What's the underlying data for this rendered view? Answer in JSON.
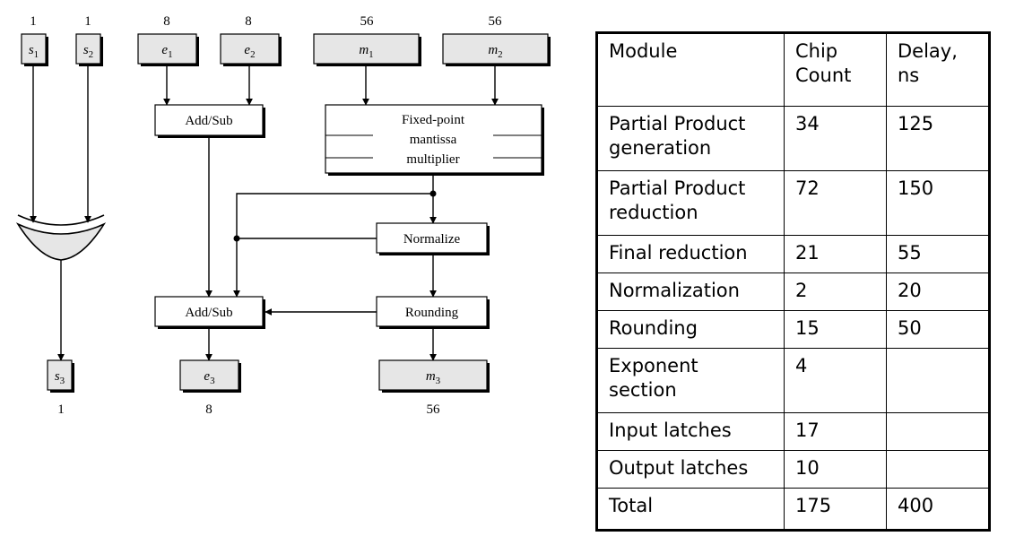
{
  "diagram": {
    "inputs": [
      {
        "var": "s",
        "sub": "1",
        "width": "1"
      },
      {
        "var": "s",
        "sub": "2",
        "width": "1"
      },
      {
        "var": "e",
        "sub": "1",
        "width": "8"
      },
      {
        "var": "e",
        "sub": "2",
        "width": "8"
      },
      {
        "var": "m",
        "sub": "1",
        "width": "56"
      },
      {
        "var": "m",
        "sub": "2",
        "width": "56"
      }
    ],
    "outputs": [
      {
        "var": "s",
        "sub": "3",
        "width": "1"
      },
      {
        "var": "e",
        "sub": "3",
        "width": "8"
      },
      {
        "var": "m",
        "sub": "3",
        "width": "56"
      }
    ],
    "blocks": {
      "add_sub_top": "Add/Sub",
      "multiplier": [
        "Fixed-point",
        "mantissa",
        "multiplier"
      ],
      "normalize": "Normalize",
      "add_sub_bottom": "Add/Sub",
      "rounding": "Rounding"
    }
  },
  "table": {
    "headers": [
      [
        "Module"
      ],
      [
        "Chip",
        "Count"
      ],
      [
        "Delay,",
        "ns"
      ]
    ],
    "rows": [
      {
        "module": [
          "Partial Product",
          "generation"
        ],
        "chips": "34",
        "delay": "125"
      },
      {
        "module": [
          "Partial Product",
          "reduction"
        ],
        "chips": "72",
        "delay": "150"
      },
      {
        "module": [
          "Final reduction"
        ],
        "chips": "21",
        "delay": "55"
      },
      {
        "module": [
          "Normalization"
        ],
        "chips": "2",
        "delay": "20"
      },
      {
        "module": [
          "Rounding"
        ],
        "chips": "15",
        "delay": "50"
      },
      {
        "module": [
          "Exponent",
          "section"
        ],
        "chips": "4",
        "delay": ""
      },
      {
        "module": [
          "Input latches"
        ],
        "chips": "17",
        "delay": ""
      },
      {
        "module": [
          "Output latches"
        ],
        "chips": "10",
        "delay": ""
      },
      {
        "module": [
          "Total"
        ],
        "chips": "175",
        "delay": "400"
      }
    ]
  }
}
